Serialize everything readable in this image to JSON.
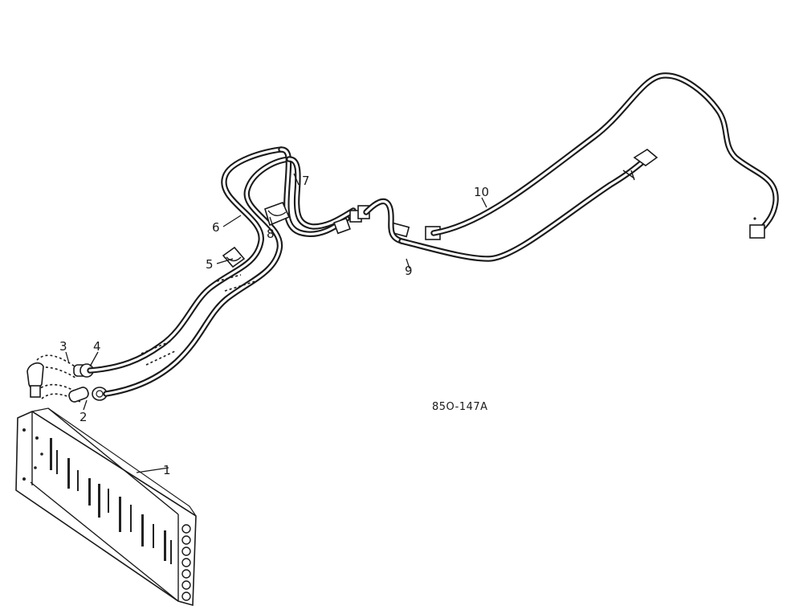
{
  "callouts": {
    "c1": "1",
    "c2": "2",
    "c3": "3",
    "c4": "4",
    "c5": "5",
    "c6": "6",
    "c7": "7",
    "c8": "8",
    "c9": "9",
    "c10": "10"
  },
  "drawing_code": "85O-147A"
}
